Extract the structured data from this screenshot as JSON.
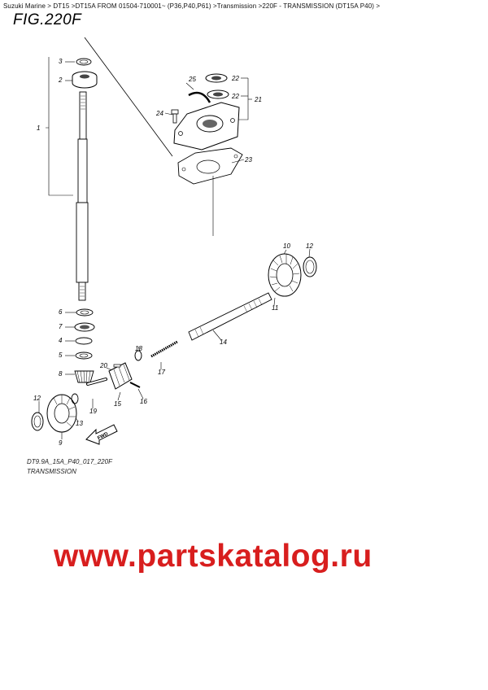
{
  "breadcrumb": "Suzuki Marine > DT15 >DT15A FROM 01504-710001~ (P36,P40,P61) >Transmission >220F - TRANSMISSION (DT15A P40) >",
  "figure_title": "FIG.220F",
  "drawing_code": "DT9.9A_15A_P40_017_220F",
  "section_name": "TRANSMISSION",
  "fwd_label": "FWD",
  "watermark": "www.partskatalog.ru",
  "part_labels": [
    "1",
    "2",
    "3",
    "4",
    "5",
    "6",
    "7",
    "8",
    "9",
    "10",
    "11",
    "12",
    "12",
    "13",
    "14",
    "15",
    "16",
    "17",
    "18",
    "19",
    "20",
    "21",
    "22",
    "22",
    "23",
    "24",
    "25"
  ]
}
